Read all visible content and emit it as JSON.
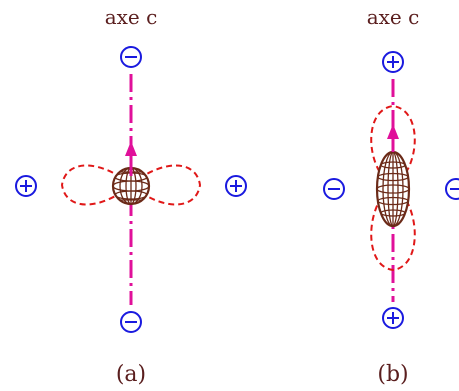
{
  "panels": [
    {
      "id": "a",
      "axis_label": "axe c",
      "caption": "(a)",
      "top_charge": "−",
      "bottom_charge": "−",
      "left_charge": "+",
      "right_charge": "+",
      "nucleus_shape": "sphere"
    },
    {
      "id": "b",
      "axis_label": "axe c",
      "caption": "(b)",
      "top_charge": "+",
      "bottom_charge": "+",
      "left_charge": "−",
      "right_charge": "−",
      "nucleus_shape": "prolate ellipsoid"
    }
  ],
  "colors": {
    "axis": "#e0109a",
    "lobes": "#e01818",
    "charge": "#1a1adf",
    "nucleus": "#6b2a18",
    "text": "#5a1e1e"
  }
}
